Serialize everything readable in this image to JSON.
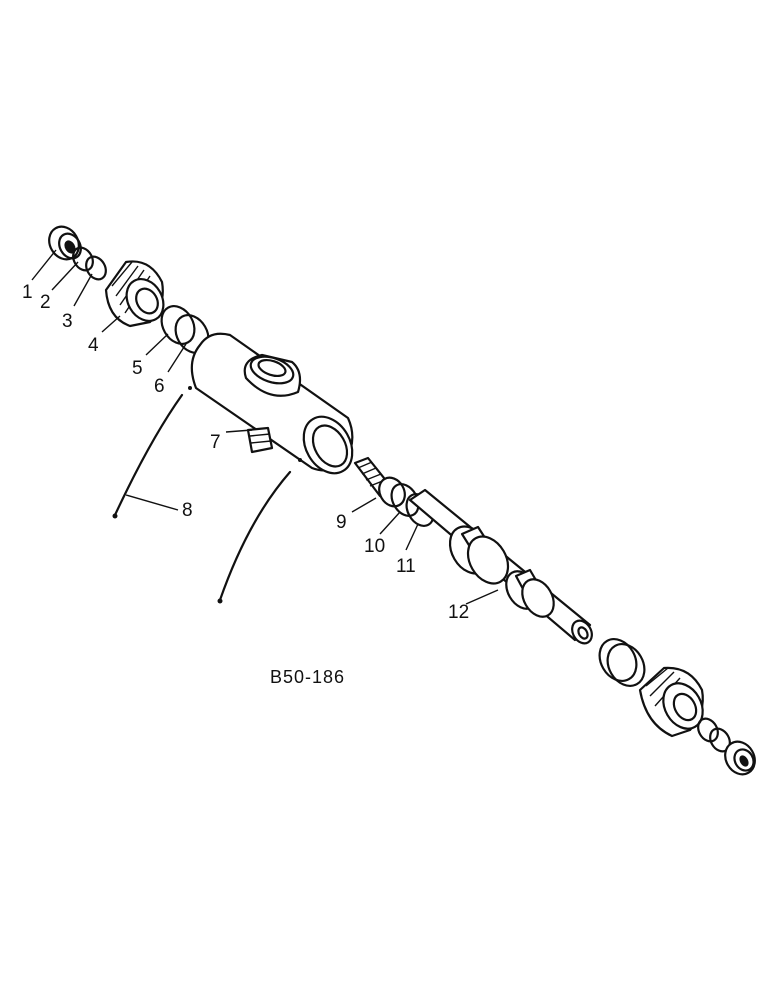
{
  "figure_ref": "B50-186",
  "callouts": [
    {
      "id": "1",
      "label": "1"
    },
    {
      "id": "2",
      "label": "2"
    },
    {
      "id": "3",
      "label": "3"
    },
    {
      "id": "4",
      "label": "4"
    },
    {
      "id": "5",
      "label": "5"
    },
    {
      "id": "6",
      "label": "6"
    },
    {
      "id": "7",
      "label": "7"
    },
    {
      "id": "8",
      "label": "8"
    },
    {
      "id": "9",
      "label": "9"
    },
    {
      "id": "10",
      "label": "10"
    },
    {
      "id": "11",
      "label": "11"
    },
    {
      "id": "12",
      "label": "12"
    }
  ]
}
